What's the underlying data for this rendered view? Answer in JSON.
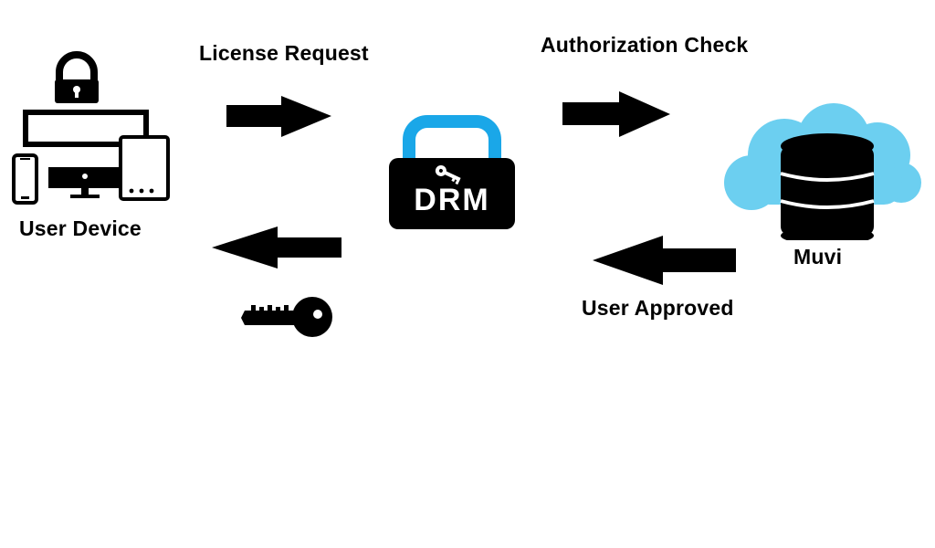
{
  "diagram": {
    "labels": {
      "license_request": "License Request",
      "authorization_check": "Authorization Check",
      "user_device": "User Device",
      "muvi": "Muvi",
      "user_approved": "User Approved",
      "drm_badge": "DRM"
    },
    "icons": {
      "device_group": "devices-icon",
      "lock": "lock-icon",
      "drm": "drm-lock-icon",
      "database_cloud": "cloud-database-icon",
      "key": "key-icon"
    },
    "colors": {
      "text": "#000000",
      "arrow": "#000000",
      "drm_shackle": "#1aa7e8",
      "cloud": "#6ccff0",
      "database": "#000000"
    }
  }
}
